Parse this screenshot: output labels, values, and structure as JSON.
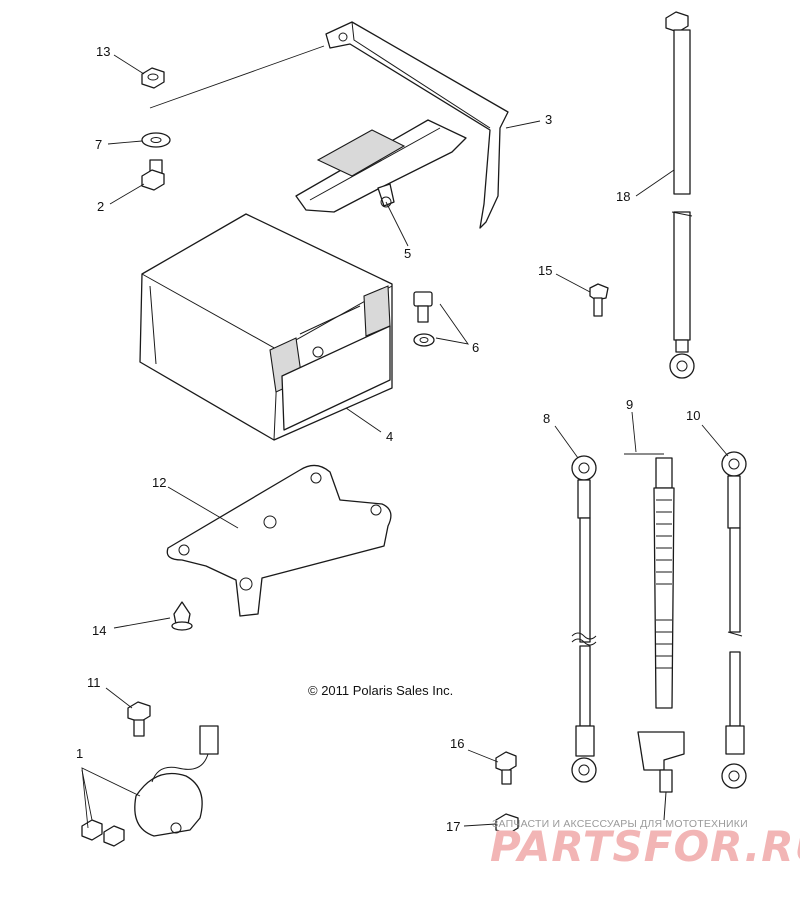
{
  "copyright": "© 2011 Polaris Sales Inc.",
  "watermark": {
    "tagline": "ЗАПЧАСТИ И АКСЕССУАРЫ ДЛЯ МОТОТЕХНИКИ",
    "logo": "PARTSFOR.RU"
  },
  "callouts": {
    "c1": "1",
    "c2": "2",
    "c3": "3",
    "c4": "4",
    "c5": "5",
    "c6": "6",
    "c7": "7",
    "c8": "8",
    "c9": "9",
    "c10": "10",
    "c11": "11",
    "c12": "12",
    "c13": "13",
    "c14": "14",
    "c15": "15",
    "c16": "16",
    "c17": "17",
    "c18": "18"
  }
}
